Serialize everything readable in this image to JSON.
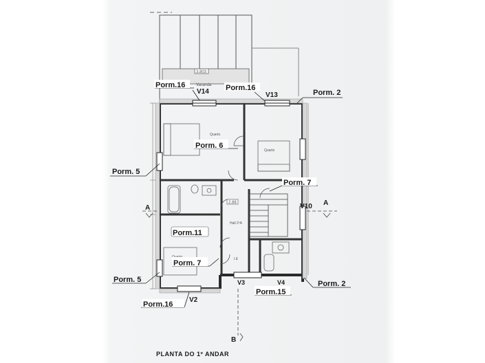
{
  "title": "PLANTA DO 1º ANDAR",
  "section_marks": {
    "a_left": "A",
    "a_right": "A",
    "b_bottom": "B"
  },
  "callouts": {
    "porm16_top_left": "Porm.16",
    "v14": "V14",
    "porm16_top_mid": "Porm.16",
    "v13": "V13",
    "porm2_top": "Porm. 2",
    "porm6": "Porm. 6",
    "porm5_upper": "Porm. 5",
    "porm7_right": "Porm. 7",
    "v10": "V10",
    "porm11": "Porm.11",
    "porm7_left": "Porm. 7",
    "porm5_lower": "Porm. 5",
    "v3": "V3",
    "v4": "V4",
    "porm15": "Porm.15",
    "porm2_bottom": "Porm. 2",
    "v2": "V2",
    "porm16_bottom": "Porm.16"
  },
  "room_labels": {
    "varanda": "Varanda",
    "quarto_left": "Quarto",
    "quarto_right": "Quarto",
    "quarto_bottom": "Quarto",
    "hall": "Hall 2ºA",
    "ie": "I.E"
  },
  "dimensions": {
    "top_dim": "3.803",
    "stair_dim": "2.88"
  },
  "colors": {
    "line": "#2a2a2a",
    "thin": "#6b6b6b",
    "hatch": "#9a9a9a",
    "highlight": "#ffffff"
  }
}
